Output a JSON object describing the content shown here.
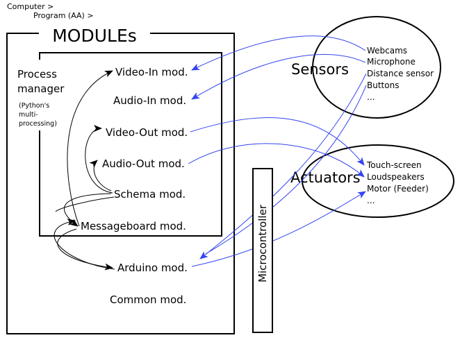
{
  "breadcrumb": {
    "line1": "Computer >",
    "line2": "Program (AA) >"
  },
  "modules_title": "MODULEs",
  "process_manager": {
    "line1": "Process",
    "line2": "manager",
    "note1": "(Python's",
    "note2": "multi-",
    "note3": "processing)"
  },
  "modules": {
    "video_in": "Video-In mod.",
    "audio_in": "Audio-In mod.",
    "video_out": "Video-Out mod.",
    "audio_out": "Audio-Out mod.",
    "schema": "Schema mod.",
    "messageboard": "Messageboard mod.",
    "arduino": "Arduino mod.",
    "common": "Common mod."
  },
  "sensors": {
    "title": "Sensors",
    "items": [
      "Webcams",
      "Microphone",
      "Distance sensor",
      "Buttons",
      "..."
    ]
  },
  "actuators": {
    "title": "Actuators",
    "items": [
      "Touch-screen",
      "Loudspeakers",
      "Motor (Feeder)",
      "..."
    ]
  },
  "microcontroller": "Microcontroller",
  "colors": {
    "stroke": "#000000",
    "link": "#3344ee",
    "text": "#000000",
    "background": "#ffffff"
  }
}
